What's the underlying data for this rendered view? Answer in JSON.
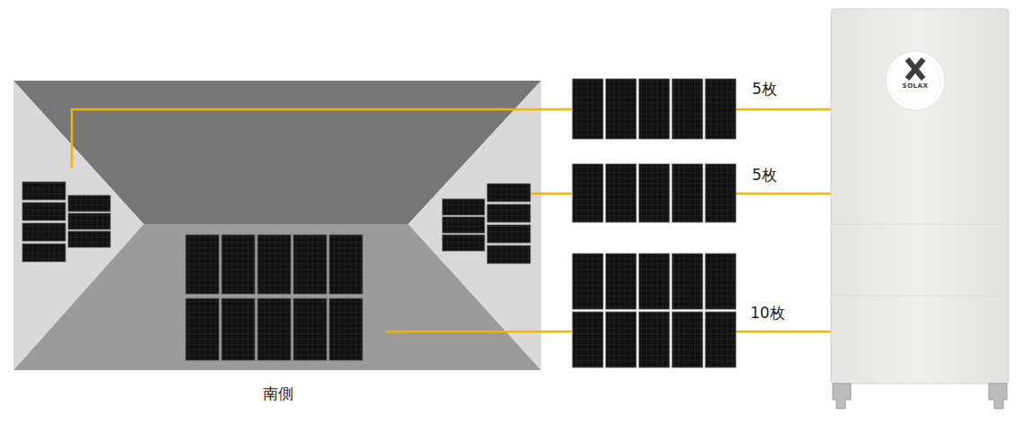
{
  "diagram": {
    "labels": [
      "5枚",
      "5枚",
      "10枚",
      "南側",
      "SOLAX"
    ]
  }
}
